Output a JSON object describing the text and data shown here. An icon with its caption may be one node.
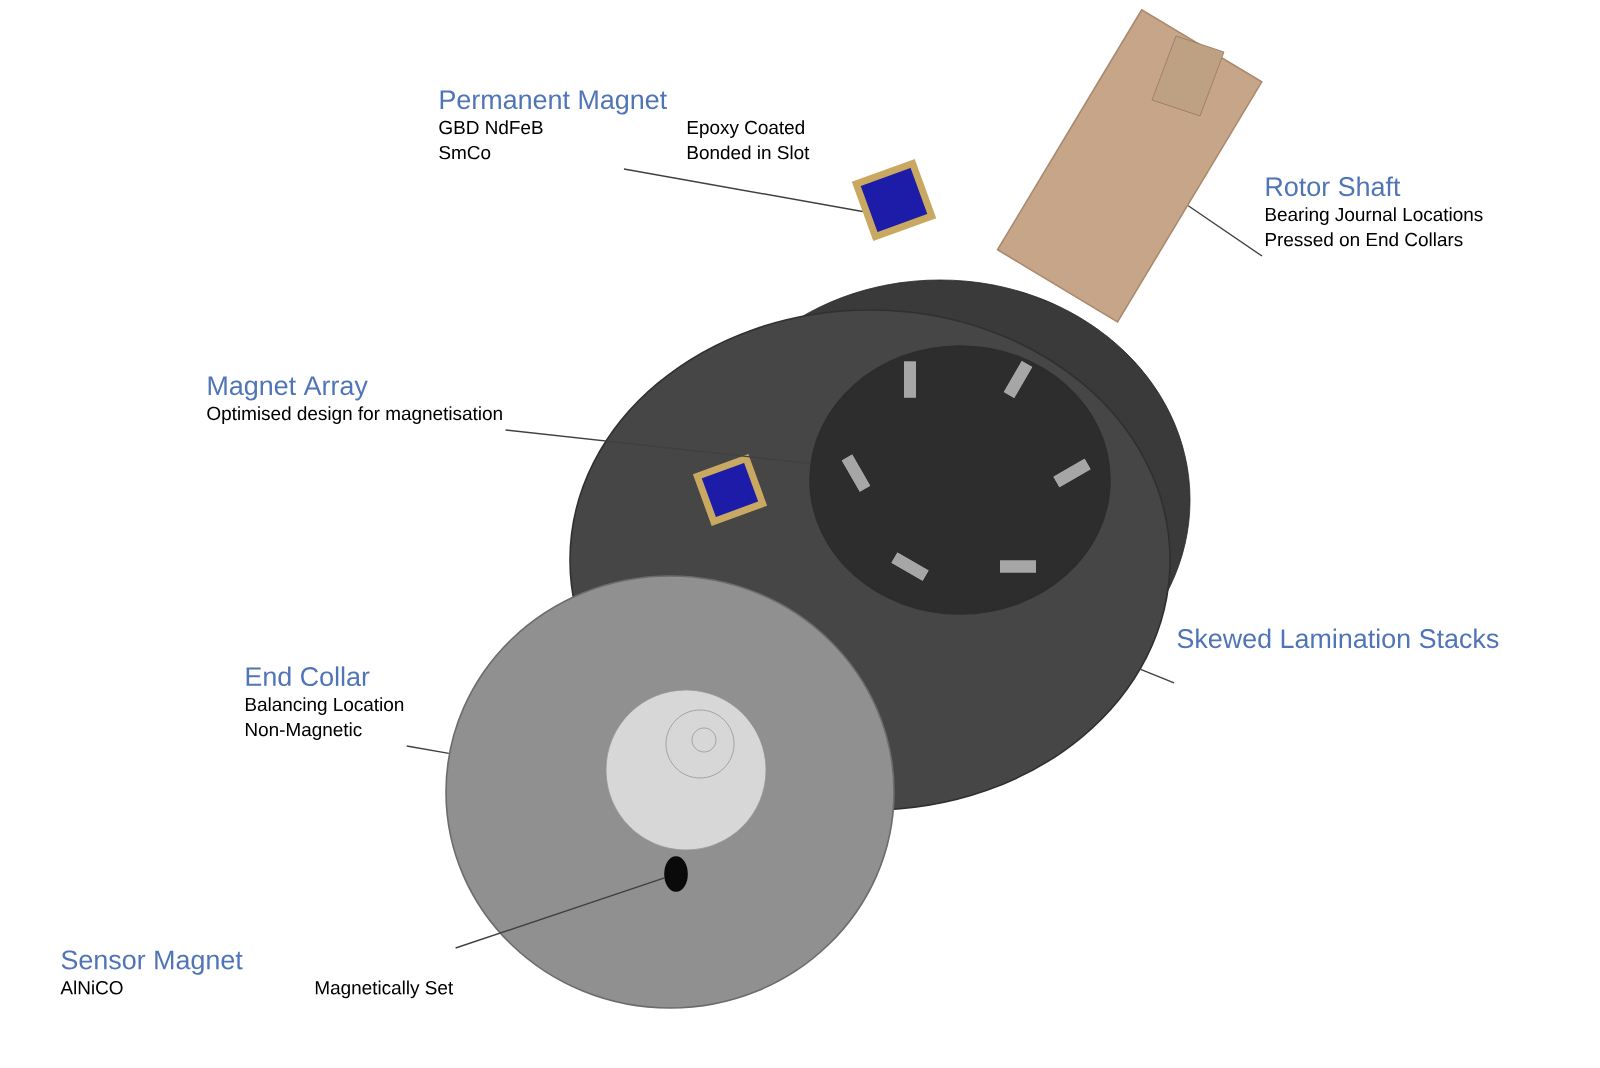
{
  "diagram": {
    "nodes": [
      {
        "text": [
          "Permanent Magnet",
          "GBD NdFeB",
          "SmCo",
          "Epoxy Coated",
          "Bonded in Slot"
        ]
      },
      {
        "text": [
          "Rotor Shaft",
          "Bearing Journal Locations",
          "Pressed on End Collars"
        ]
      },
      {
        "text": [
          "Magnet Array",
          "Optimised design for magnetisation"
        ]
      },
      {
        "text": [
          "End Collar",
          "Balancing Location",
          "Non-Magnetic"
        ]
      },
      {
        "text": [
          "Skewed Lamination Stacks"
        ]
      },
      {
        "text": [
          "Sensor Magnet",
          "AlNiCO",
          "Magnetically Set"
        ]
      },
      {
        "text": [],
        "shape": "box"
      },
      {
        "text": [],
        "shape": "cylinder"
      },
      {
        "text": [],
        "shape": "circle",
        "in": 10
      },
      {
        "text": [],
        "shape": "circle"
      },
      {
        "text": [],
        "shape": "circle"
      },
      {
        "text": [],
        "shape": "circle",
        "in": 9
      }
    ],
    "edges": [
      {
        "from": 0,
        "to": 6,
        "arrow": "none"
      },
      {
        "from": 1,
        "to": 7,
        "arrow": "none"
      },
      {
        "from": 2,
        "to": 8,
        "arrow": "none"
      },
      {
        "from": 3,
        "to": 9,
        "arrow": "none"
      },
      {
        "from": 4,
        "to": 10,
        "arrow": "none"
      },
      {
        "from": 5,
        "to": 11,
        "arrow": "none"
      }
    ]
  }
}
